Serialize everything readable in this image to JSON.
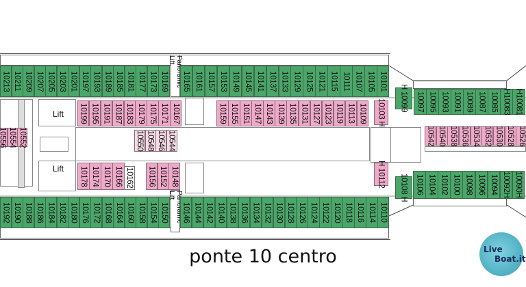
{
  "title": "ponte 10 centro",
  "lift_label": "Lift",
  "panoramic_lift_label": "Panoramic Lift",
  "logo_text": "LiveBoat.it",
  "colors": {
    "suite_balcony": "#4aa769",
    "inside": "#efa9c9",
    "inside_light": "#f4dbe6"
  },
  "cabins": {
    "top_outer_aft": [
      "10213",
      "10211",
      "10209",
      "10207",
      "10205",
      "10203",
      "10201",
      "10197",
      "10193",
      "10189",
      "10185",
      "10181",
      "10177",
      "10173",
      "10169"
    ],
    "top_outer_fwd": [
      "10165",
      "10161",
      "10157",
      "10153",
      "10149",
      "10145",
      "10141",
      "10137",
      "10133",
      "10129",
      "10125",
      "10121",
      "10115",
      "10111",
      "10107",
      "10105",
      "10101"
    ],
    "top_forward_single": [
      "H 10099"
    ],
    "top_forward": [
      "10097",
      "10095",
      "10093",
      "10091",
      "10089",
      "10087",
      "10085",
      "H10083",
      "H10081"
    ],
    "top_inner_aft": [
      "10199",
      "10195",
      "10191",
      "10187",
      "10183",
      "10179",
      "10175",
      "10171",
      "10167"
    ],
    "top_inner_fwd": [
      "10159",
      "10155",
      "10151",
      "10147",
      "10143",
      "10139",
      "10135",
      "10131",
      "10127",
      "10123",
      "10119",
      "10113",
      "10109"
    ],
    "top_inner_single": [
      "10103 H"
    ],
    "center_left": [
      "10556",
      "10554",
      "10552"
    ],
    "center_mid": [
      "10550",
      "10548",
      "10546",
      "10544"
    ],
    "center_right": [
      "10542",
      "10540",
      "10538",
      "10536",
      "10534",
      "10532",
      "10530",
      "10528",
      "10526"
    ],
    "bottom_inner_aft": [
      "10178",
      "10174",
      "10170",
      "10166"
    ],
    "bottom_inner_white": [
      "10162"
    ],
    "bottom_inner_mid": [
      "10156",
      "10152",
      "10148"
    ],
    "bottom_inner_single": [
      "H 10112"
    ],
    "bottom_forward_single": [
      "10108 H"
    ],
    "bottom_forward": [
      "10106",
      "10104",
      "10102",
      "10100",
      "10098",
      "10096",
      "10094",
      "10092H",
      "10090H"
    ],
    "bottom_outer_aft": [
      "10192",
      "10190",
      "10188",
      "10186",
      "10184",
      "10182",
      "10180",
      "10176",
      "10172",
      "10168",
      "10164",
      "10160",
      "10158",
      "10154",
      "10150"
    ],
    "bottom_outer_fwd": [
      "10146",
      "10144",
      "10142",
      "10140",
      "10138",
      "10136",
      "10134",
      "10132",
      "10130",
      "10128",
      "10126",
      "10124",
      "10122",
      "10120",
      "10118",
      "10116",
      "10114",
      "10110"
    ]
  }
}
